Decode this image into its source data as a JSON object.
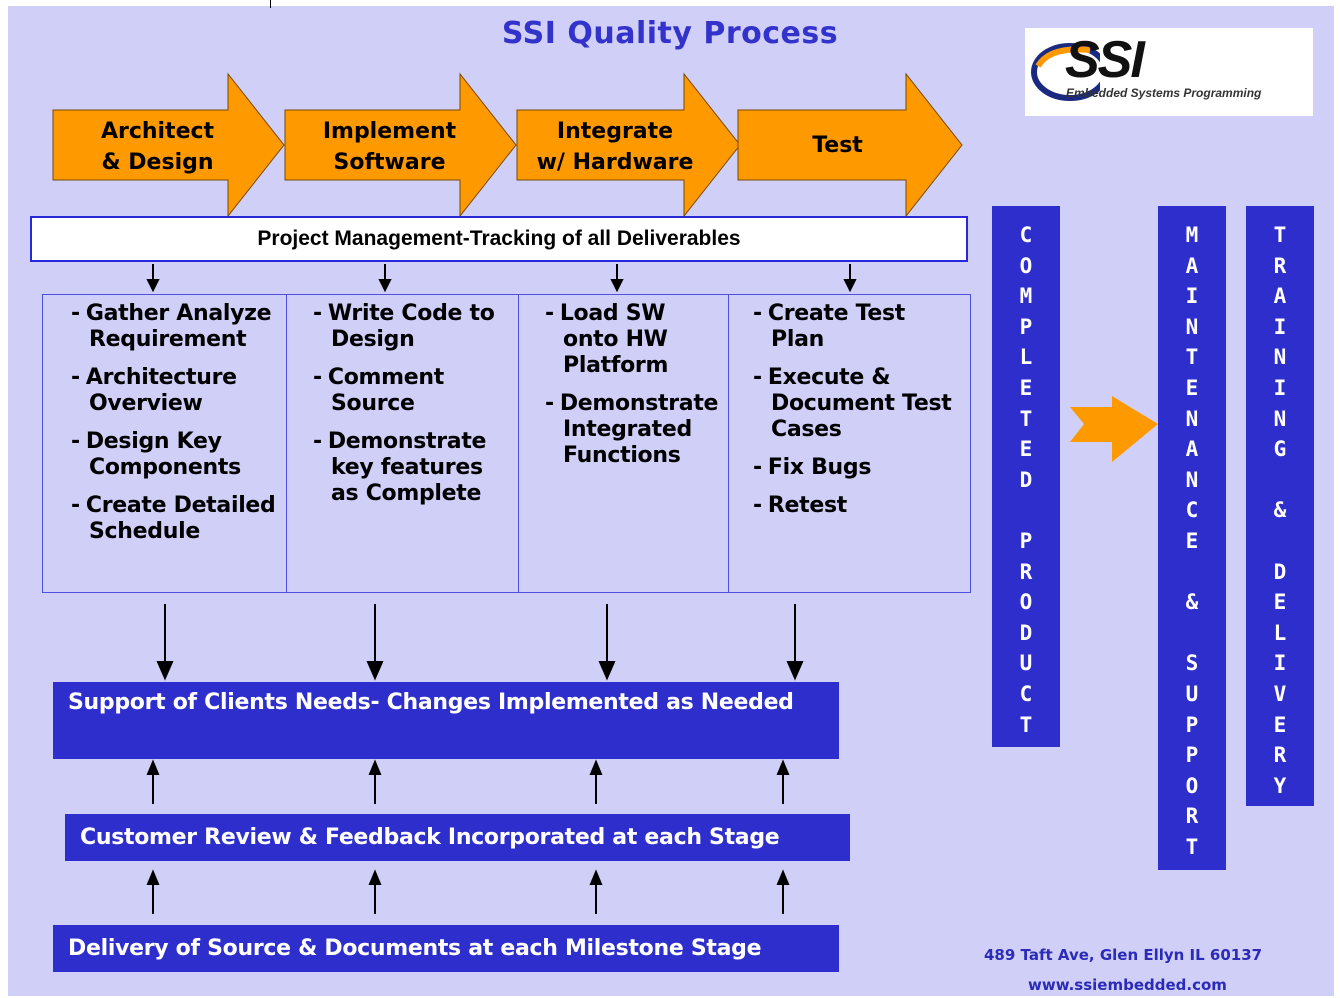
{
  "title": "SSI Quality Process",
  "logo": {
    "mark": "SSI",
    "tagline": "Embedded Systems Programming"
  },
  "phases": [
    {
      "line1": "Architect",
      "line2": "& Design"
    },
    {
      "line1": "Implement",
      "line2": "Software"
    },
    {
      "line1": "Integrate",
      "line2": "w/ Hardware"
    },
    {
      "line1": "Test",
      "line2": ""
    }
  ],
  "project_management": "Project Management-Tracking of all Deliverables",
  "tasks": [
    [
      "Gather Analyze Requirement",
      "Architecture Overview",
      "Design Key Components",
      "Create Detailed Schedule"
    ],
    [
      "Write Code to Design",
      "Comment Source",
      "Demonstrate key features as Complete"
    ],
    [
      "Load SW onto HW Platform",
      "Demonstrate Integrated Functions"
    ],
    [
      "Create Test Plan",
      "Execute & Document Test Cases",
      "Fix Bugs",
      "Retest"
    ]
  ],
  "bars": {
    "support": "Support of Clients Needs- Changes Implemented as Needed",
    "review": "Customer Review & Feedback Incorporated at each Stage",
    "delivery": "Delivery of Source & Documents at each Milestone Stage"
  },
  "columns": {
    "completed": "COMPLETED PRODUCT",
    "maintenance": "MAINTENANCE & SUPPORT",
    "training": "TRAINING & DELIVERY"
  },
  "footer": {
    "address": "489 Taft Ave, Glen Ellyn IL 60137",
    "website": "www.ssiembedded.com"
  },
  "colors": {
    "background": "#cfcff8",
    "arrow": "#ff9900",
    "bar": "#2e2ecc",
    "title": "#3333cc"
  }
}
